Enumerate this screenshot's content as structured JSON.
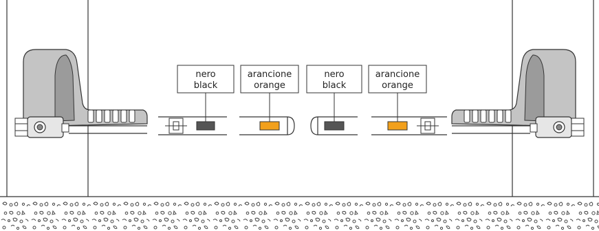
{
  "labels": {
    "left_black": {
      "line1": "nero",
      "line2": "black"
    },
    "left_orange": {
      "line1": "arancione",
      "line2": "orange"
    },
    "right_black": {
      "line1": "nero",
      "line2": "black"
    },
    "right_orange": {
      "line1": "arancione",
      "line2": "orange"
    }
  },
  "colors": {
    "black_marker": "#555555",
    "orange_marker": "#f2a01c",
    "motor_body": "#bdbdbd",
    "motor_shade": "#9a9a9a",
    "line": "#333333"
  },
  "icons": {
    "motor": "gate-operator-motor",
    "ground": "gravel-ground-pattern"
  }
}
